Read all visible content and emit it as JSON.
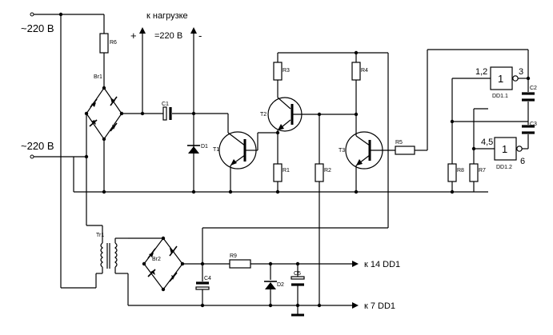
{
  "mains": {
    "top": "~220 В",
    "bottom": "~220 В"
  },
  "load": {
    "title": "к нагрузке",
    "plus": "+",
    "voltage": "=220 В",
    "minus": "-"
  },
  "outputs": {
    "vcc": "к 14 DD1",
    "gnd": "к 7 DD1"
  },
  "resistors": {
    "r1": "R1",
    "r2": "R2",
    "r3": "R3",
    "r4": "R4",
    "r5": "R5",
    "r6": "R6",
    "r7": "R7",
    "r8": "R8",
    "r9": "R9"
  },
  "capacitors": {
    "c1": "C1",
    "c2": "C2",
    "c3": "C3",
    "c4": "C4",
    "c5": "C5"
  },
  "diodes": {
    "d1": "D1",
    "d2": "D2"
  },
  "transistors": {
    "t1": "T1",
    "t2": "T2",
    "t3": "T3"
  },
  "bridges": {
    "br1": "Br1",
    "br2": "Br2"
  },
  "transformer": {
    "tr1": "Tr1"
  },
  "gates": {
    "dd11": {
      "name": "DD1.1",
      "symbol": "1",
      "inputs": "1,2",
      "output": "3"
    },
    "dd12": {
      "name": "DD1.2",
      "symbol": "1",
      "inputs": "4,5",
      "output": "6"
    }
  }
}
